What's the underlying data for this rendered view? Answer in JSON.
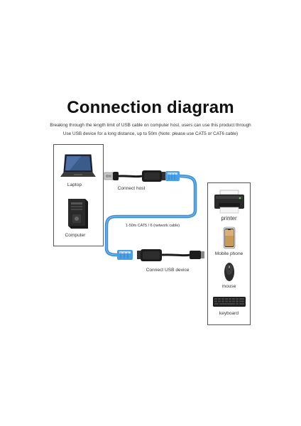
{
  "title": "Connection diagram",
  "description": [
    "Breaking through the length limit of USB cable on computer host, users can use this product through",
    "Use USB device for a long distance, up to 50m (Note: please use CAT5 or CAT6 cable)"
  ],
  "left_box": {
    "laptop_label": "Laptop",
    "computer_label": "Computer"
  },
  "cable": {
    "connect_host_label": "Connect host",
    "cable_label": "1-50m CAT5 / 6 (network cable)",
    "connect_device_label": "Connect USB device",
    "cable_color": "#3b8fd6"
  },
  "right_box": {
    "printer_label": "printer",
    "phone_label": "Mobile phone",
    "mouse_label": "mouse",
    "keyboard_label": "keyboard"
  }
}
